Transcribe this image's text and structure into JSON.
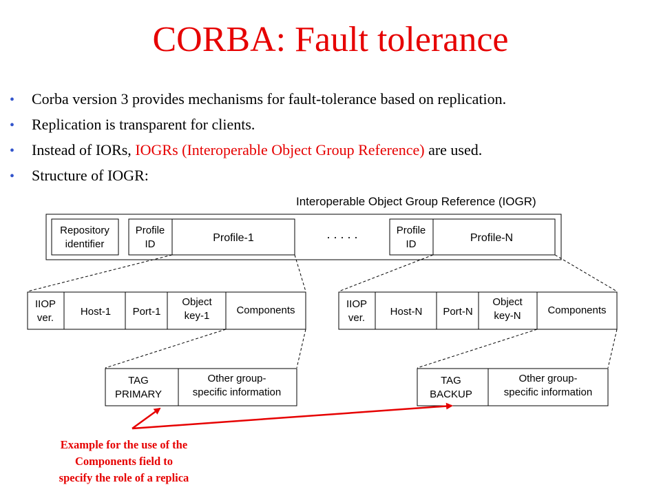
{
  "title": "CORBA: Fault tolerance",
  "bullets": [
    {
      "text": "Corba version 3 provides mechanisms for fault-tolerance based on replication."
    },
    {
      "text": "Replication is transparent for clients."
    },
    {
      "pre": "Instead of IORs, ",
      "highlight": "IOGRs (Interoperable Object Group Reference)",
      "post": " are used."
    },
    {
      "text": "Structure of IOGR:"
    }
  ],
  "diagram": {
    "caption": "Interoperable Object Group Reference (IOGR)",
    "top_row": {
      "repository_identifier": [
        "Repository",
        "identifier"
      ],
      "profile_id_1": [
        "Profile",
        "ID"
      ],
      "profile_1": "Profile-1",
      "ellipsis": ". . . . .",
      "profile_id_n": [
        "Profile",
        "ID"
      ],
      "profile_n": "Profile-N"
    },
    "profile_1_detail": {
      "iiop_ver": [
        "IIOP",
        "ver."
      ],
      "host": "Host-1",
      "port": "Port-1",
      "object_key": [
        "Object",
        "key-1"
      ],
      "components": "Components"
    },
    "profile_n_detail": {
      "iiop_ver": [
        "IIOP",
        "ver."
      ],
      "host": "Host-N",
      "port": "Port-N",
      "object_key": [
        "Object",
        "key-N"
      ],
      "components": "Components"
    },
    "components_1": {
      "tag": [
        "TAG",
        "PRIMARY"
      ],
      "info": [
        "Other group-",
        "specific information"
      ]
    },
    "components_n": {
      "tag": [
        "TAG",
        "BACKUP"
      ],
      "info": [
        "Other group-",
        "specific information"
      ]
    }
  },
  "note": [
    "Example for the use of the",
    "Components field to",
    "specify the role of a replica"
  ],
  "colors": {
    "accent": "#e60000",
    "bullet": "#3355cc"
  }
}
